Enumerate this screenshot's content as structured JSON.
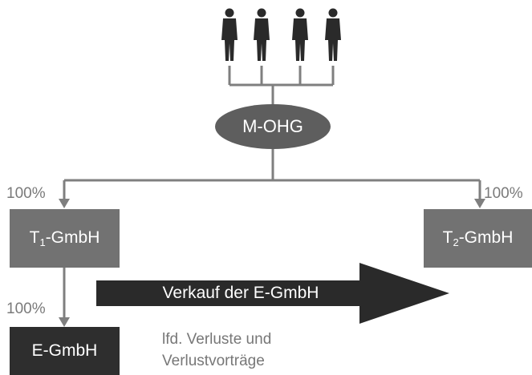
{
  "owner": {
    "label": "M-OHG",
    "partner_count": 4
  },
  "subsidiary_1": {
    "prefix": "T",
    "index": "1",
    "suffix": "-GmbH",
    "share": "100%"
  },
  "subsidiary_2": {
    "prefix": "T",
    "index": "2",
    "suffix": "-GmbH",
    "share": "100%"
  },
  "grandchild": {
    "label": "E-GmbH",
    "share": "100%"
  },
  "transaction_arrow": {
    "label": "Verkauf der E-GmbH"
  },
  "note": {
    "line1": "lfd. Verluste und",
    "line2": "Verlustvorträge"
  },
  "colors": {
    "dark_box": "#2e2e2e",
    "mid_box": "#727272",
    "ellipse": "#5e5e5e",
    "line": "#7f7f7f",
    "person": "#2a2a2a"
  }
}
